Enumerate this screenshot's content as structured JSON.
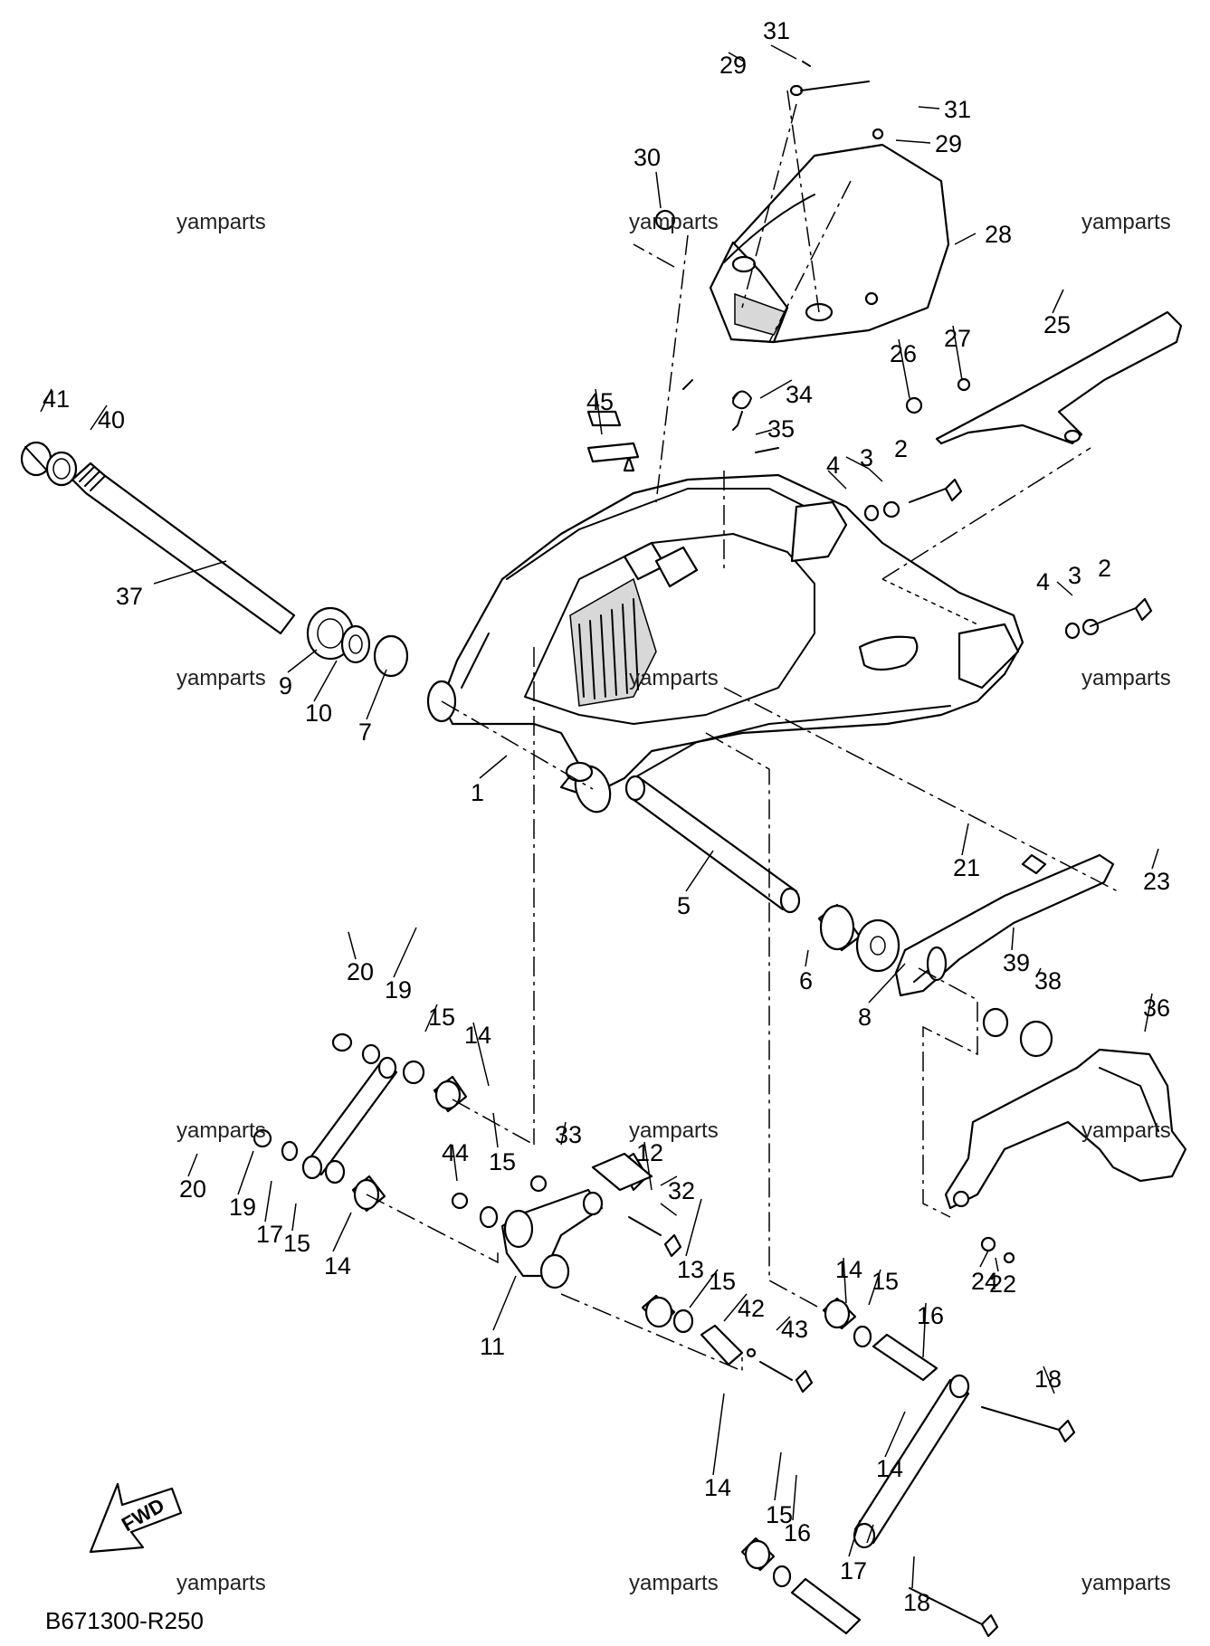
{
  "diagram": {
    "code": "B671300-R250",
    "fwd_label": "FWD",
    "watermark": "yamparts",
    "callouts": [
      "1",
      "2",
      "2",
      "3",
      "3",
      "4",
      "4",
      "5",
      "6",
      "7",
      "8",
      "9",
      "10",
      "11",
      "12",
      "13",
      "14",
      "14",
      "14",
      "14",
      "14",
      "15",
      "15",
      "15",
      "15",
      "15",
      "15",
      "16",
      "16",
      "17",
      "17",
      "18",
      "18",
      "19",
      "19",
      "20",
      "20",
      "21",
      "22",
      "23",
      "24",
      "25",
      "26",
      "27",
      "28",
      "29",
      "29",
      "30",
      "31",
      "31",
      "32",
      "33",
      "34",
      "35",
      "36",
      "37",
      "38",
      "39",
      "40",
      "41",
      "42",
      "43",
      "44",
      "45"
    ]
  }
}
